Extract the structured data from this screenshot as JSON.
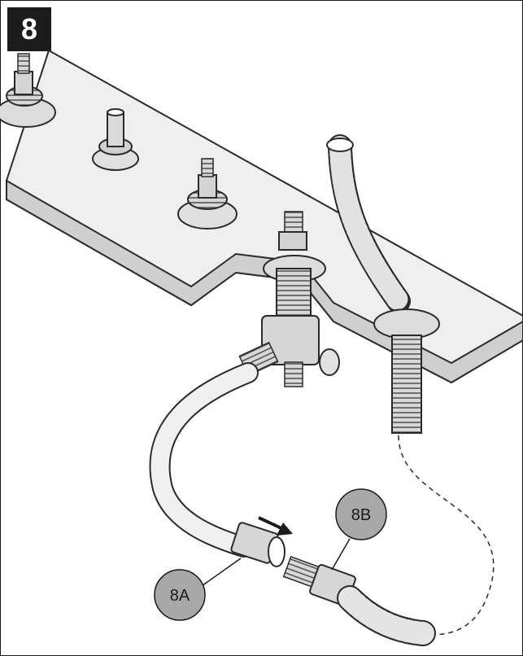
{
  "step": {
    "number": "8"
  },
  "callouts": [
    {
      "id": "8A",
      "label": "8A"
    },
    {
      "id": "8B",
      "label": "8B"
    }
  ],
  "colors": {
    "line": "#2a2a2a",
    "deck_top": "#eeeeee",
    "deck_edge": "#c9c9c9",
    "hose": "#e8e8e8",
    "metal": "#d6d6d6",
    "callout_fill": "#a8a8a8",
    "badge": "#1c1c1c"
  }
}
